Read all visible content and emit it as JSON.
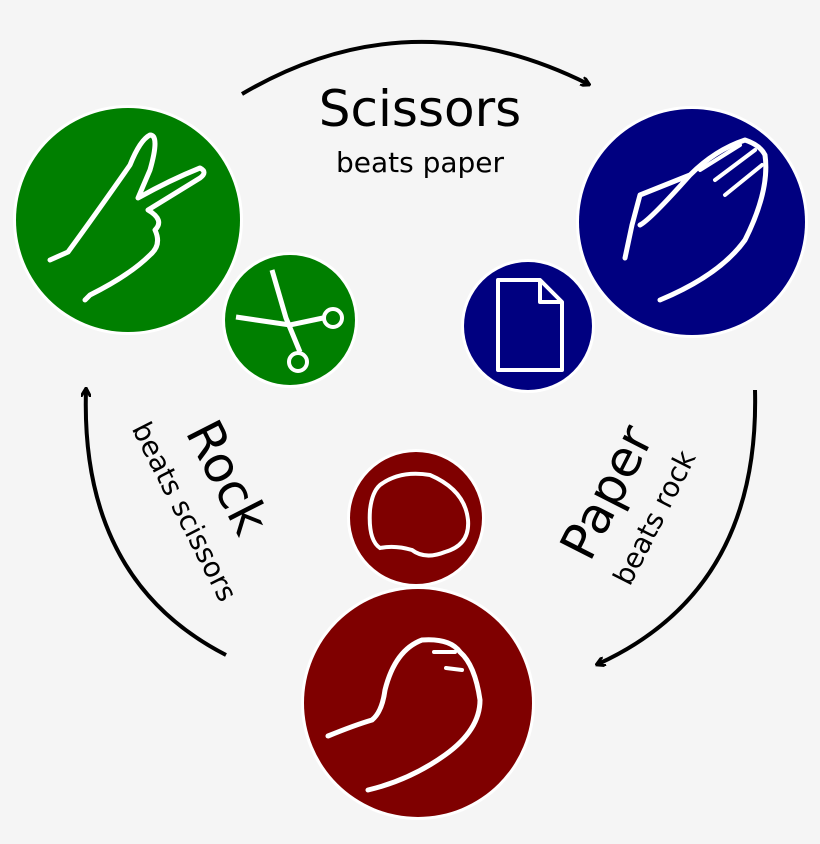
{
  "colors": {
    "scissors": "#007f00",
    "paper": "#000080",
    "rock": "#7f0000",
    "background": "#f5f5f5",
    "line": "#ffffff"
  },
  "labels": {
    "scissors": {
      "title": "Scissors",
      "subtitle": "beats paper"
    },
    "rock": {
      "title": "Rock",
      "subtitle": "beats scissors"
    },
    "paper": {
      "title": "Paper",
      "subtitle": "beats rock"
    }
  },
  "icons": [
    "scissors-hand-icon",
    "scissors-icon",
    "paper-hand-icon",
    "paper-sheet-icon",
    "rock-stone-icon",
    "rock-fist-icon"
  ]
}
